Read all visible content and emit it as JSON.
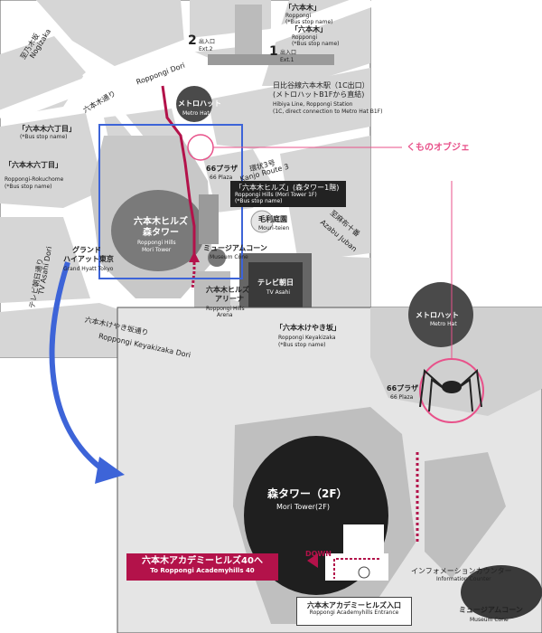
{
  "colors": {
    "magenta": "#b3124a",
    "pink": "#e8518a",
    "blue": "#3d64d8",
    "road": "#ffffff",
    "block": "#d6d6d6",
    "building": "#8e8e8e",
    "dark": "#2b2b2b"
  },
  "top_map": {
    "stop_top": {
      "jp": "「六本木」",
      "en": "Roppongi",
      "sub": "(*Bus stop name)"
    },
    "stop_top2": {
      "jp": "「六本木」",
      "en": "Roppongi",
      "sub": "(*Bus stop name)"
    },
    "exit2": {
      "num": "2",
      "jp": "出入口",
      "en": "Ext.2"
    },
    "exit1": {
      "num": "1",
      "jp": "出入口",
      "en": "Ext.1"
    },
    "station": {
      "jp1": "日比谷線六本木駅（1C出口）",
      "jp2": "(メトロハットB1Fから直結)",
      "en1": "Hibiya Line, Roppongi Station",
      "en2": "(1C, direct connection to Metro Hat B1F)"
    },
    "nogizaka": {
      "jp": "至乃木坂",
      "en": "Nogizaka"
    },
    "roppongi_dori_jp": "六本木通り",
    "roppongi_dori_en": "Roppongi Dori",
    "rokuchome1": {
      "jp": "「六本木六丁目」",
      "sub": "(*Bus stop name)"
    },
    "rokuchome2": {
      "jp": "「六本木六丁目」",
      "en": "Roppongi-Rokuchome",
      "sub": "(*Bus stop name)"
    },
    "metrohat": {
      "jp": "メトロハット",
      "en": "Metro Hat"
    },
    "plaza66": {
      "jp": "66プラザ",
      "en": "66 Plaza"
    },
    "kanjo": {
      "jp": "環状3号",
      "en": "Kanjo Route 3"
    },
    "mori_bus": {
      "jp": "「六本木ヒルズ」(森タワー1階)",
      "en": "Roppongi Hills (Mori Tower 1F)",
      "sub": "(*Bus stop name)"
    },
    "mori_tower": {
      "jp1": "六本木ヒルズ",
      "jp2": "森タワー",
      "en1": "Roppongi Hills",
      "en2": "Mori Tower"
    },
    "mouri": {
      "jp": "毛利庭園",
      "en": "Mouri-teien"
    },
    "azabu": {
      "jp": "至麻布十番",
      "en": "Azabu Juban"
    },
    "museum_cone": {
      "jp": "ミュージアムコーン",
      "en": "Museum Cone"
    },
    "grand_hyatt": {
      "jp": "グランド",
      "jp2": "ハイアット東京",
      "en": "Grand Hyatt Tokyo"
    },
    "tv_asahi": {
      "jp": "テレビ朝日",
      "en": "TV Asahi"
    },
    "tv_asahi_dori": {
      "jp": "テレビ朝日通り",
      "en": "TV Asahi Dori"
    },
    "arena": {
      "jp": "六本木ヒルズ",
      "jp2": "アリーナ",
      "en": "Roppongi Hills",
      "en2": "Arena"
    },
    "keyakizaka_dori": {
      "jp": "六本木けやき坂通り",
      "en": "Roppongi Keyakizaka Dori"
    },
    "keyakizaka_bus": {
      "jp": "「六本木けやき坂」",
      "en": "Roppongi Keyakizaka",
      "sub": "(*Bus stop name)"
    },
    "spider": {
      "jp": "くものオブジェ"
    }
  },
  "bottom_map": {
    "metrohat": {
      "jp": "メトロハット",
      "en": "Metro Hat"
    },
    "plaza66": {
      "jp": "66プラザ",
      "en": "66 Plaza"
    },
    "mori_tower": {
      "jp": "森タワー（2F）",
      "en": "Mori Tower(2F)"
    },
    "down": "DOWN",
    "academy": {
      "jp": "六本木アカデミーヒルズ40へ",
      "en": "To Roppongi Academyhills 40"
    },
    "info": {
      "jp": "インフォメーションカウンター",
      "en": "Information Counter"
    },
    "entrance": {
      "jp": "六本木アカデミーヒルズ入口",
      "en": "Roppongi Academyhills Entrance"
    },
    "museum_cone": {
      "jp": "ミュージアムコーン",
      "en": "Museum Cone"
    }
  }
}
